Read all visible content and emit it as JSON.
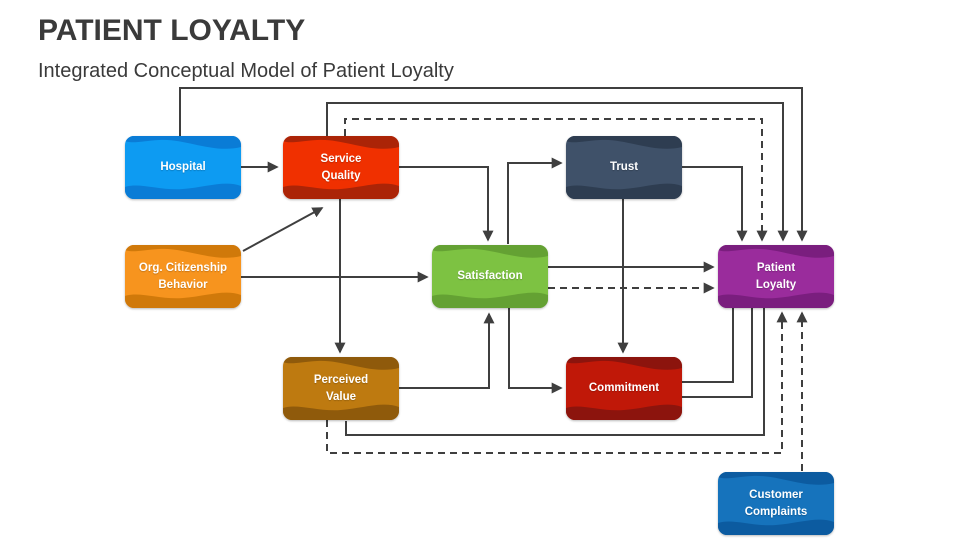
{
  "slide": {
    "title": "PATIENT LOYALTY",
    "subtitle": "Integrated Conceptual Model of Patient Loyalty"
  },
  "colors": {
    "connector": "#3f3f3f",
    "title_text": "#3a3a3a",
    "node_text": "#ffffff"
  },
  "nodes": {
    "hospital": {
      "label": "Hospital",
      "fill": "#0d9bf2",
      "wave": "#0a7cd6"
    },
    "service_quality": {
      "label": "Service\nQuality",
      "fill": "#f03000",
      "wave": "#ab2407"
    },
    "trust": {
      "label": "Trust",
      "fill": "#3f5169",
      "wave": "#2e3d51"
    },
    "ocb": {
      "label": "Org. Citizenship\nBehavior",
      "fill": "#f7941e",
      "wave": "#d0790a"
    },
    "satisfaction": {
      "label": "Satisfaction",
      "fill": "#7dc242",
      "wave": "#64a133"
    },
    "patient_loyalty": {
      "label": "Patient\nLoyalty",
      "fill": "#9a2c9c",
      "wave": "#7a1e7e"
    },
    "perceived_value": {
      "label": "Perceived\nValue",
      "fill": "#be7a10",
      "wave": "#8f5a0b"
    },
    "commitment": {
      "label": "Commitment",
      "fill": "#c01808",
      "wave": "#8c140d"
    },
    "customer_complaints": {
      "label": "Customer\nComplaints",
      "fill": "#1673bc",
      "wave": "#0c5ba0"
    }
  },
  "edges": [
    {
      "id": "hospital-service_quality",
      "from": "hospital",
      "to": "service_quality",
      "line": "solid",
      "arrow": true
    },
    {
      "id": "hospital-patient_loyalty",
      "from": "hospital",
      "to": "patient_loyalty",
      "line": "solid",
      "arrow": true
    },
    {
      "id": "service_quality-patient_loyalty",
      "from": "service_quality",
      "to": "patient_loyalty",
      "line": "solid",
      "arrow": true
    },
    {
      "id": "service_quality-patient_loyalty-dashed",
      "from": "service_quality",
      "to": "patient_loyalty",
      "line": "dashed",
      "arrow": true
    },
    {
      "id": "ocb-service_quality",
      "from": "ocb",
      "to": "service_quality",
      "line": "solid",
      "arrow": true
    },
    {
      "id": "ocb-satisfaction",
      "from": "ocb",
      "to": "satisfaction",
      "line": "solid",
      "arrow": true
    },
    {
      "id": "service_quality-perceived_value",
      "from": "service_quality",
      "to": "perceived_value",
      "line": "solid",
      "arrow": true
    },
    {
      "id": "service_quality-satisfaction",
      "from": "service_quality",
      "to": "satisfaction",
      "line": "solid",
      "arrow": true
    },
    {
      "id": "satisfaction-trust",
      "from": "satisfaction",
      "to": "trust",
      "line": "solid",
      "arrow": true
    },
    {
      "id": "trust-commitment",
      "from": "trust",
      "to": "commitment",
      "line": "solid",
      "arrow": true
    },
    {
      "id": "trust-patient_loyalty",
      "from": "trust",
      "to": "patient_loyalty",
      "line": "solid",
      "arrow": true
    },
    {
      "id": "satisfaction-patient_loyalty",
      "from": "satisfaction",
      "to": "patient_loyalty",
      "line": "solid",
      "arrow": true
    },
    {
      "id": "satisfaction-patient_loyalty-dashed",
      "from": "satisfaction",
      "to": "patient_loyalty",
      "line": "dashed",
      "arrow": true
    },
    {
      "id": "perceived_value-satisfaction",
      "from": "perceived_value",
      "to": "satisfaction",
      "line": "solid",
      "arrow": true
    },
    {
      "id": "satisfaction-commitment",
      "from": "satisfaction",
      "to": "commitment",
      "line": "solid",
      "arrow": true
    },
    {
      "id": "patient_loyalty-commitment-upper",
      "from": "patient_loyalty",
      "to": "commitment",
      "line": "solid",
      "arrow": false
    },
    {
      "id": "patient_loyalty-commitment-lower",
      "from": "patient_loyalty",
      "to": "commitment",
      "line": "solid",
      "arrow": false
    },
    {
      "id": "patient_loyalty-perceived_value",
      "from": "patient_loyalty",
      "to": "perceived_value",
      "line": "solid",
      "arrow": false
    },
    {
      "id": "perceived_value-patient_loyalty-dashed",
      "from": "perceived_value",
      "to": "patient_loyalty",
      "line": "dashed",
      "arrow": true
    },
    {
      "id": "customer_complaints-patient_loyalty",
      "from": "customer_complaints",
      "to": "patient_loyalty",
      "line": "dashed",
      "arrow": true
    }
  ]
}
